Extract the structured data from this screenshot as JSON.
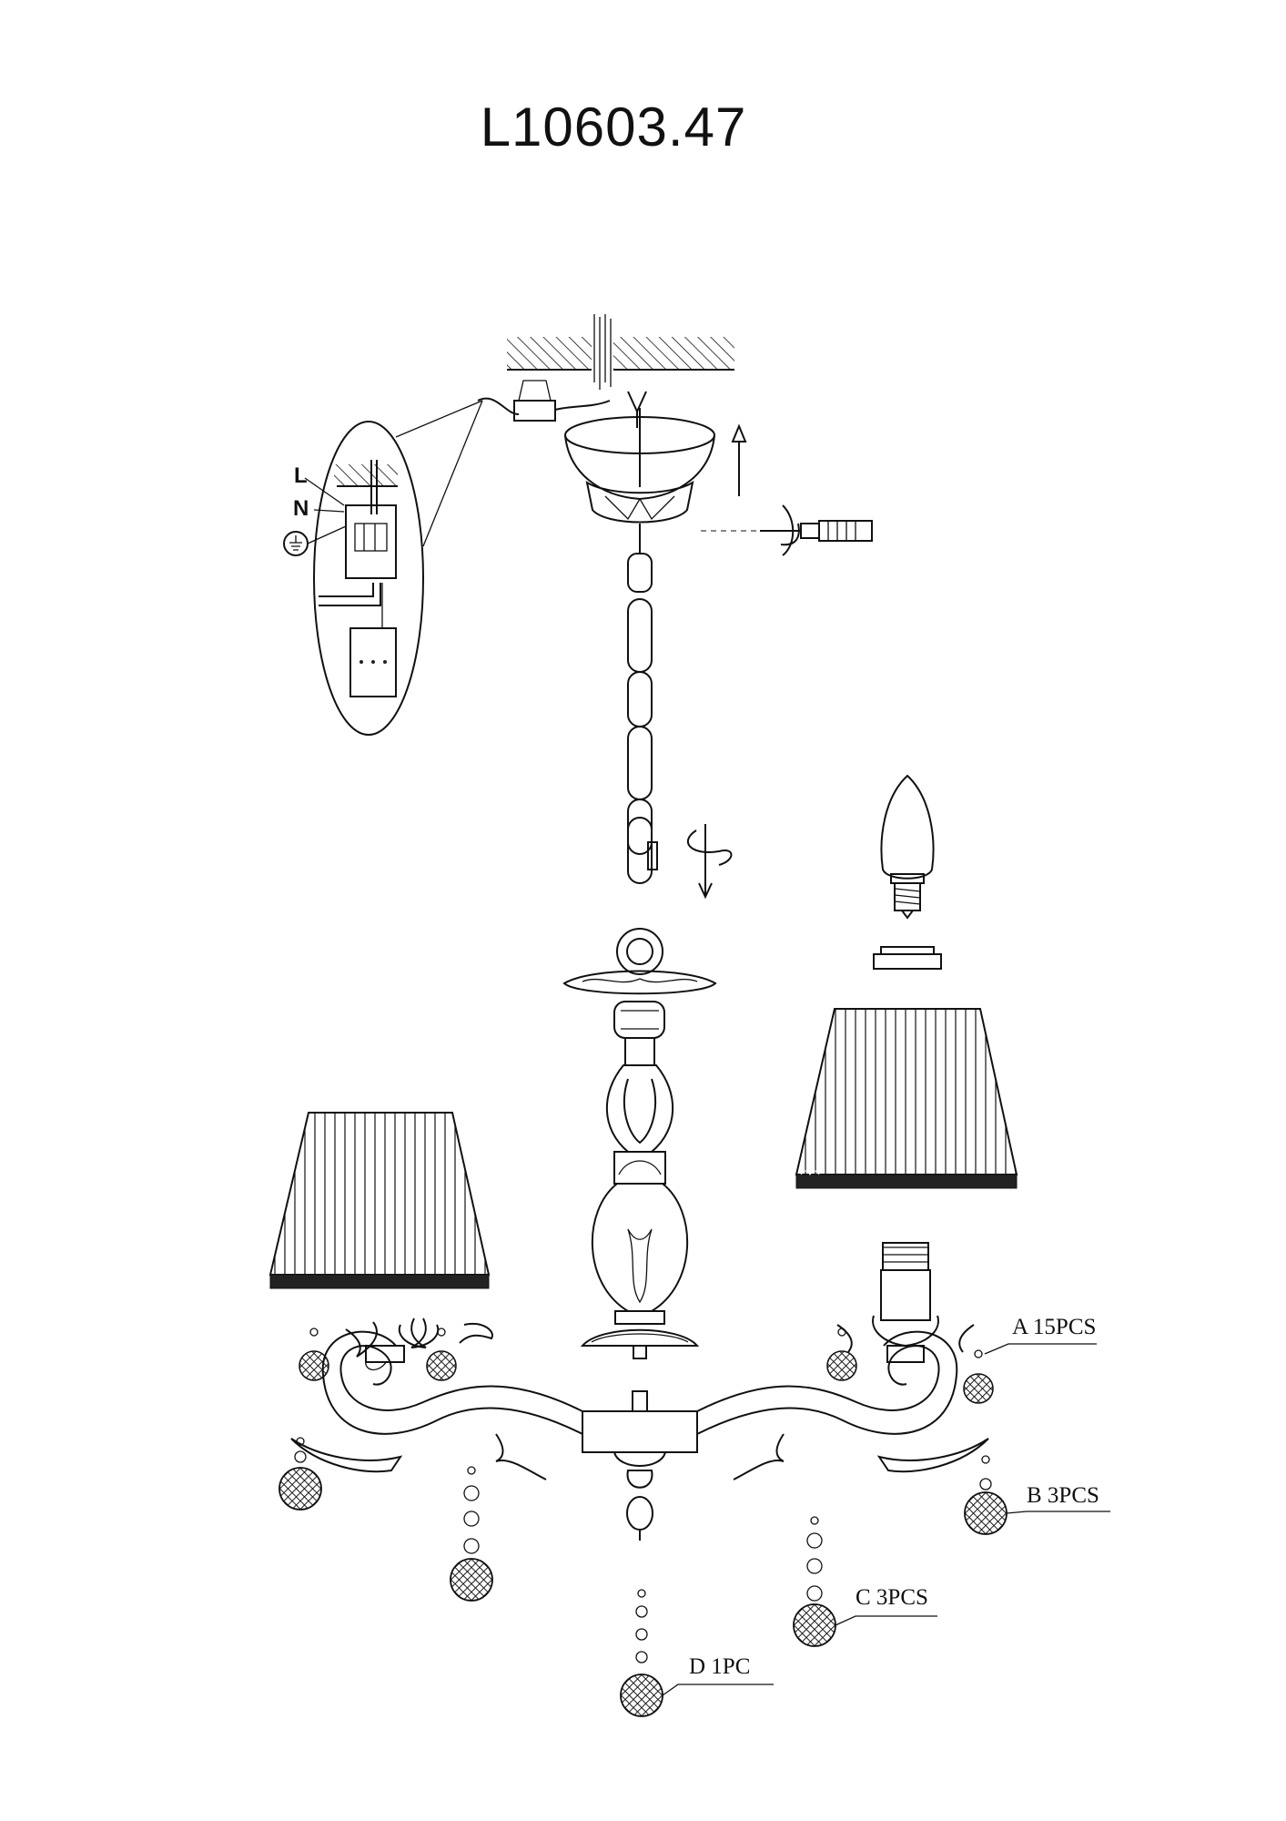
{
  "header": {
    "model": "L10603.47"
  },
  "wiring": {
    "live": "L",
    "neutral": "N"
  },
  "parts": [
    {
      "id": "A",
      "label": "A 15PCS"
    },
    {
      "id": "B",
      "label": "B 3PCS"
    },
    {
      "id": "C",
      "label": "C 3PCS"
    },
    {
      "id": "D",
      "label": "D 1PC"
    }
  ],
  "colors": {
    "line": "#111111",
    "background": "#ffffff"
  }
}
